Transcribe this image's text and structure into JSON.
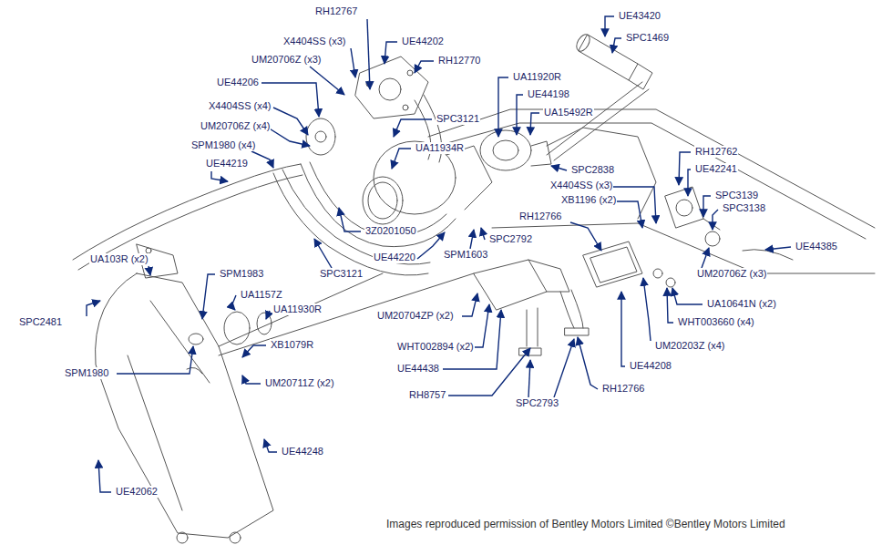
{
  "diagram": {
    "caption": "Images reproduced permission of Bentley Motors Limited ©Bentley Motors Limited",
    "labels": [
      "RH12767",
      "UE43420",
      "X4404SS (x3)",
      "UE44202",
      "SPC1469",
      "UM20706Z (x3)",
      "RH12770",
      "UE44206",
      "UA11920R",
      "UE44198",
      "X4404SS (x4)",
      "UA15492R",
      "UM20706Z (x4)",
      "SPC3121",
      "UA11934R",
      "SPM1980 (x4)",
      "UE44219",
      "RH12762",
      "SPC2838",
      "UE42241",
      "X4404SS (x3)",
      "SPC3139",
      "XB1196 (x2)",
      "SPC3138",
      "RH12766",
      "3Z0201050",
      "SPC2792",
      "UE44220",
      "SPM1603",
      "UE44385",
      "SPM1983",
      "UA103R (x2)",
      "SPC3121",
      "UM20706Z (x3)",
      "UA1157Z",
      "UA11930R",
      "UA10641N (x2)",
      "UM20704ZP (x2)",
      "SPC2481",
      "WHT003660 (x4)",
      "XB1079R",
      "WHT002894 (x2)",
      "UM20203Z (x4)",
      "UE44438",
      "UE44208",
      "SPM1980",
      "UM20711Z (x2)",
      "RH8757",
      "SPC2793",
      "RH12766",
      "UE44248",
      "UE42062"
    ]
  }
}
